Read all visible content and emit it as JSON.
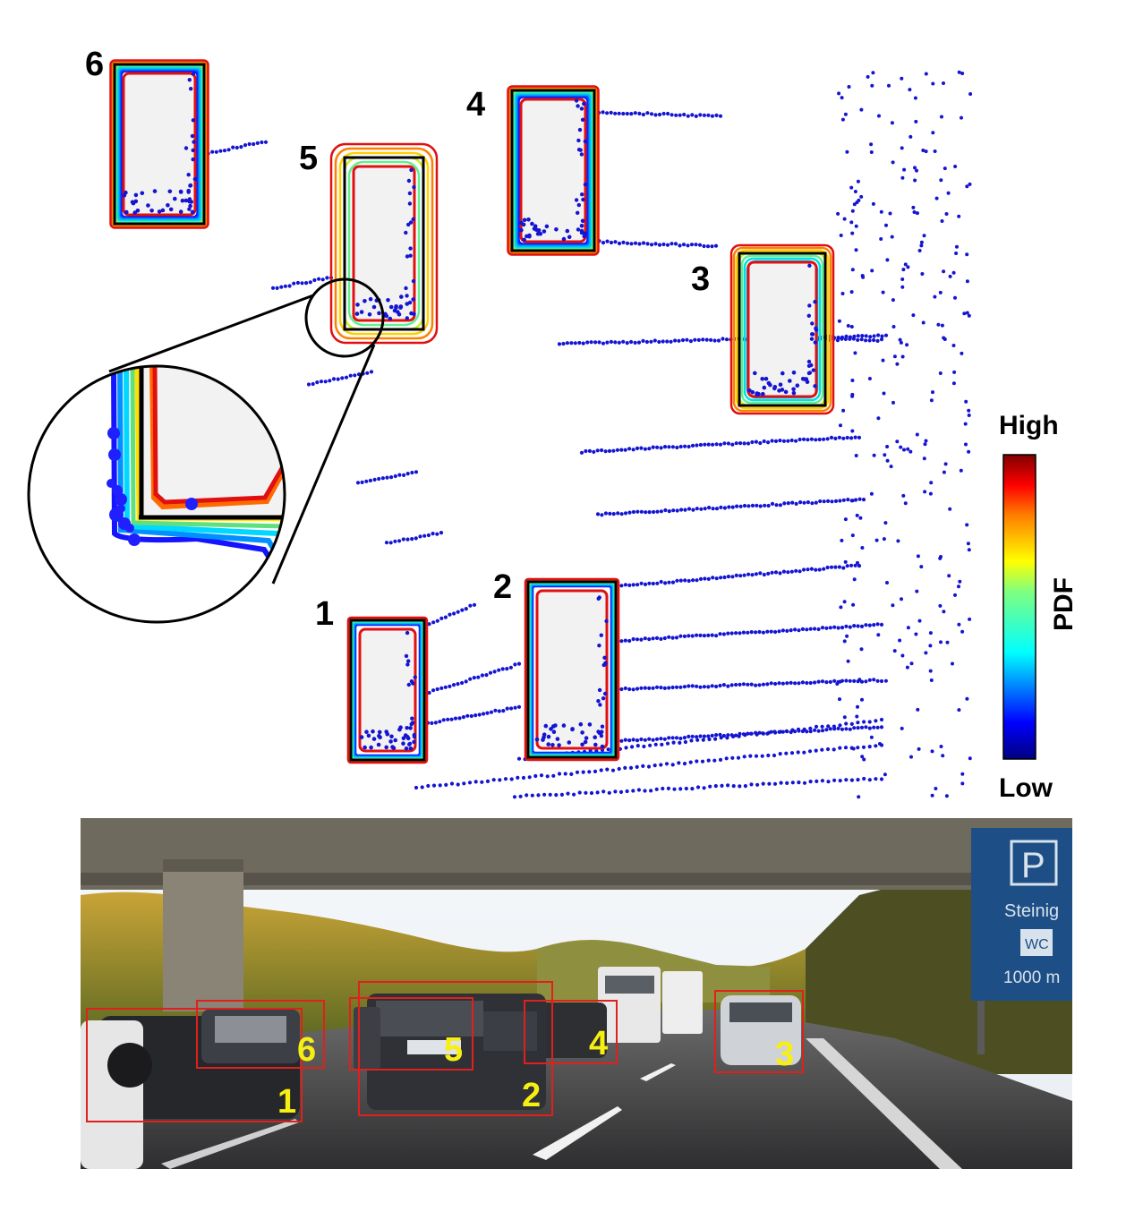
{
  "lidar_boxes": [
    {
      "label": "1"
    },
    {
      "label": "2"
    },
    {
      "label": "3"
    },
    {
      "label": "4"
    },
    {
      "label": "5"
    },
    {
      "label": "6"
    }
  ],
  "colorbar": {
    "high_label": "High",
    "low_label": "Low",
    "axis_label": "PDF",
    "colors": [
      "#00007f",
      "#0000ff",
      "#007fff",
      "#00ffff",
      "#7fff7f",
      "#ffff00",
      "#ff7f00",
      "#ff0000",
      "#7f0000"
    ]
  },
  "camera_boxes": [
    {
      "label": "1"
    },
    {
      "label": "2"
    },
    {
      "label": "3"
    },
    {
      "label": "4"
    },
    {
      "label": "5"
    },
    {
      "label": "6"
    }
  ],
  "sign": {
    "symbol": "P",
    "place": "Steinig",
    "facility": "WC",
    "distance": "1000 m"
  },
  "colors": {
    "points": "#1414d2",
    "box_outline": "#000000",
    "box_fill": "#f2f2f2",
    "camera_box": "#e0201c",
    "camera_label": "#f7ef12",
    "sign_blue": "#1d4e86"
  }
}
